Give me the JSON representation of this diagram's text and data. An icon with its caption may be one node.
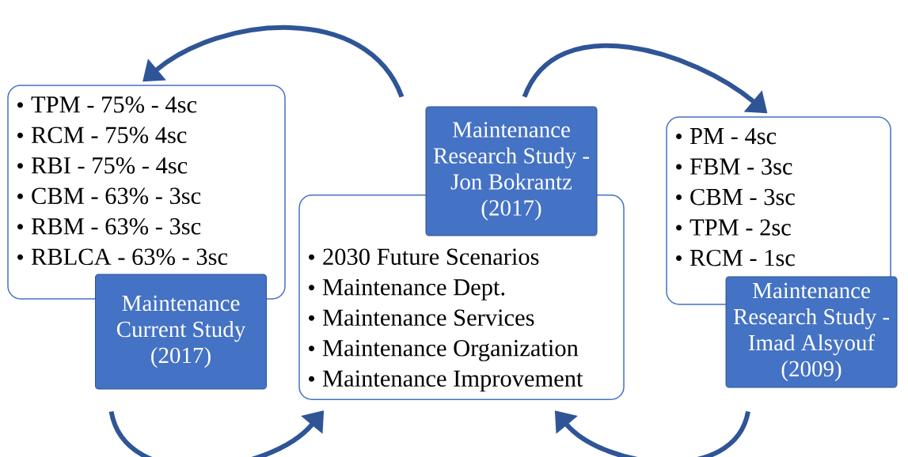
{
  "diagram": {
    "nodes": [
      {
        "text": [
          "TPM - 75% - 4sc",
          "RCM - 75% 4sc",
          "RBI - 75% - 4sc",
          "CBM - 63% - 3sc",
          "RBM - 63% - 3sc",
          "RBLCA - 63% - 3sc"
        ]
      },
      {
        "text": [
          "Maintenance Current Study (2017)"
        ]
      },
      {
        "text": [
          "Maintenance Research Study - Jon Bokrantz (2017)"
        ]
      },
      {
        "text": [
          "2030 Future Scenarios",
          "Maintenance Dept.",
          "Maintenance Services",
          "Maintenance Organization",
          "Maintenance Improvement"
        ]
      },
      {
        "text": [
          "PM - 4sc",
          "FBM - 3sc",
          "CBM - 3sc",
          "TPM - 2sc",
          "RCM - 1sc"
        ]
      },
      {
        "text": [
          "Maintenance Research Study - Imad Alsyouf (2009)"
        ]
      }
    ],
    "edges": [
      {
        "from": 2,
        "to": 0,
        "arrow": "to"
      },
      {
        "from": 2,
        "to": 4,
        "arrow": "to"
      },
      {
        "from": 1,
        "to": 3,
        "arrow": "to"
      },
      {
        "from": 5,
        "to": 3,
        "arrow": "to"
      }
    ]
  }
}
